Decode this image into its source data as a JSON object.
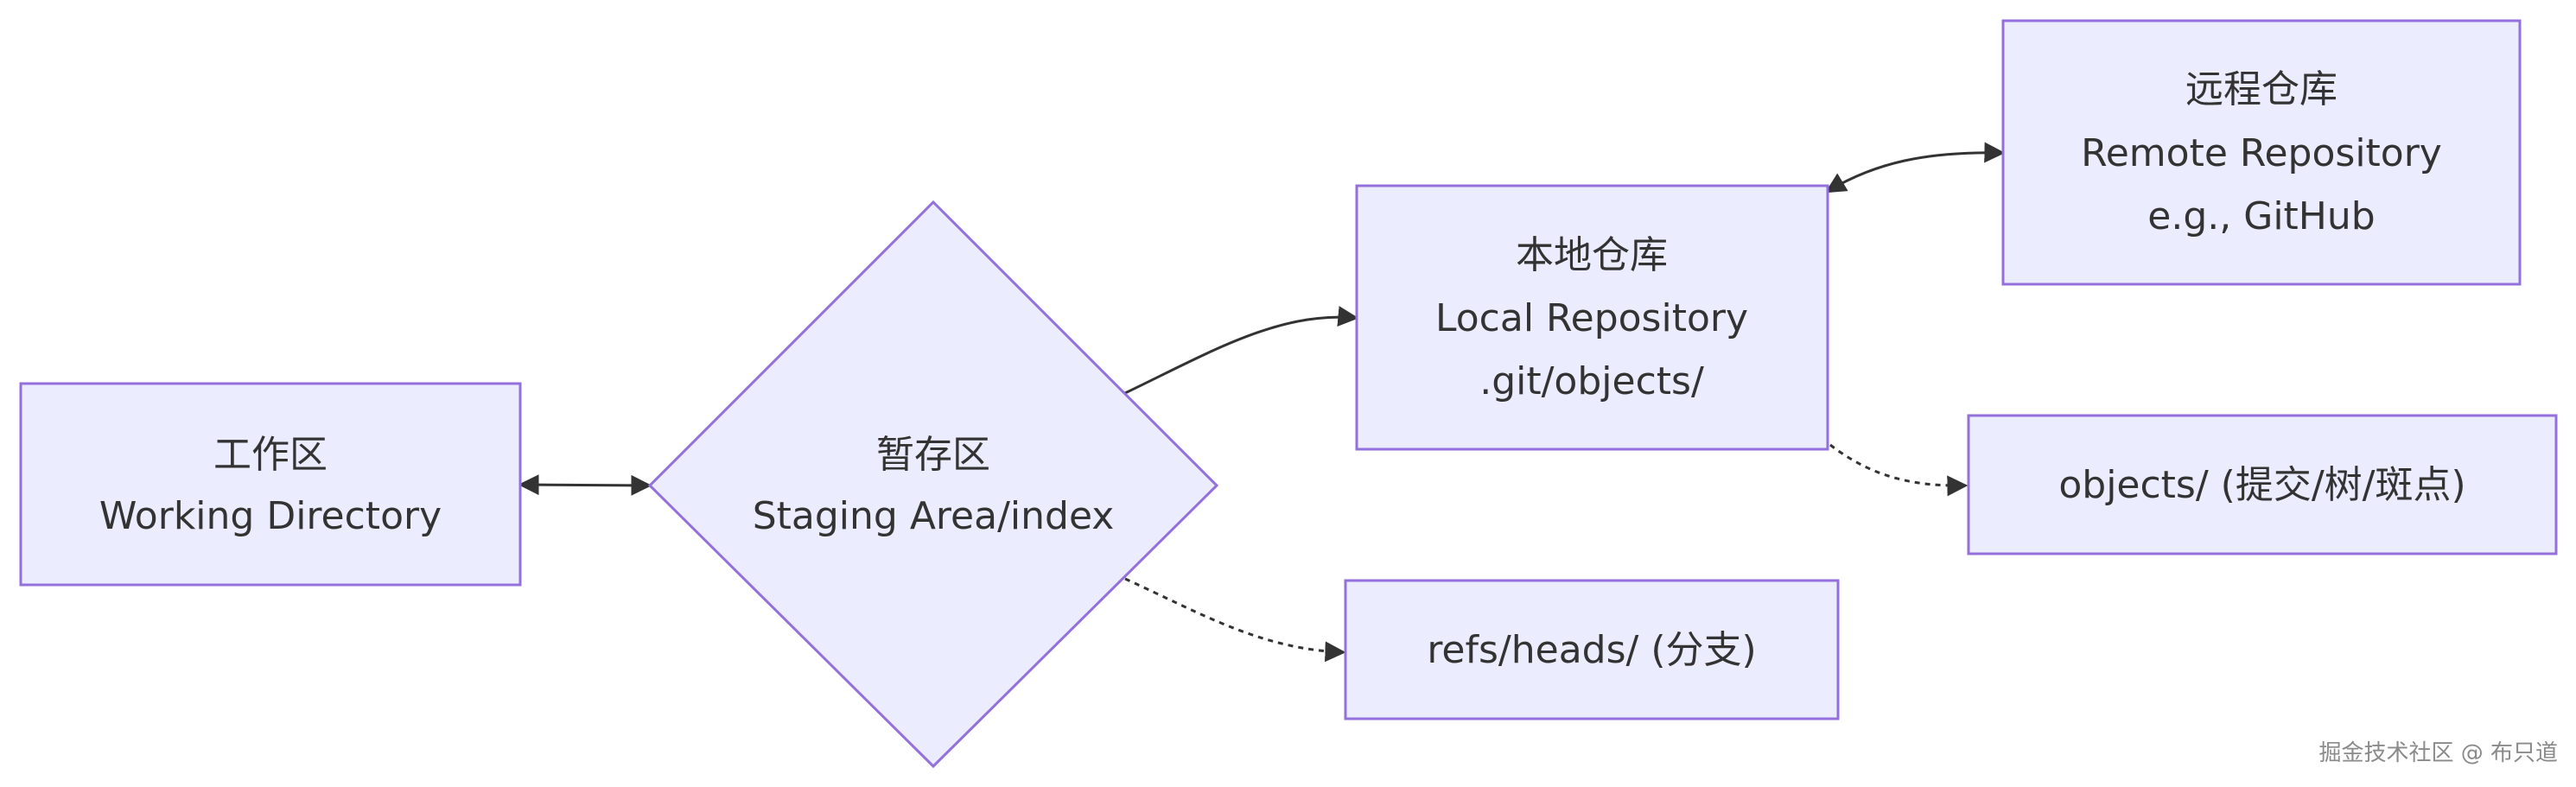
{
  "nodes": {
    "working": {
      "line1": "工作区",
      "line2": "Working Directory"
    },
    "staging": {
      "line1": "暂存区",
      "line2": "Staging Area/index"
    },
    "local": {
      "line1": "本地仓库",
      "line2": "Local Repository",
      "line3": ".git/objects/"
    },
    "remote": {
      "line1": "远程仓库",
      "line2": "Remote Repository",
      "line3": "e.g., GitHub"
    },
    "objects": {
      "line1": "objects/ (提交/树/斑点)"
    },
    "refs": {
      "line1": "refs/heads/ (分支)"
    }
  },
  "watermark": "掘金技术社区 @ 布只道",
  "colors": {
    "node_fill": "#ececff",
    "node_stroke": "#9370db",
    "edge": "#333333",
    "text": "#333333",
    "watermark": "#8a8a8a"
  }
}
